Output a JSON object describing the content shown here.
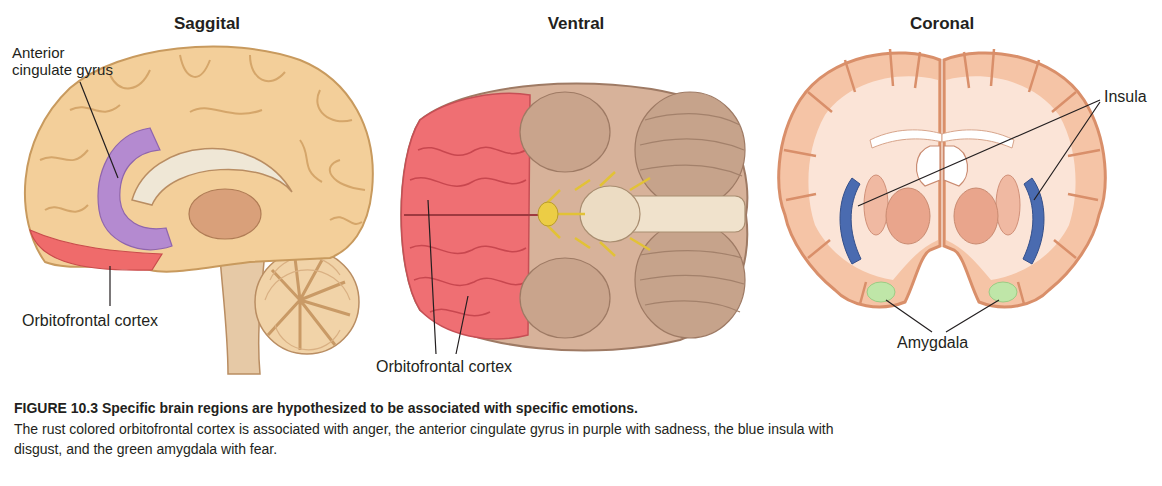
{
  "diagram": {
    "title": "FIGURE 10.3 Specific brain regions are hypothesized to be associated with specific emotions.",
    "caption": "The rust colored orbitofrontal cortex is associated with anger, the anterior cingulate gyrus in purple with sadness, the blue insula with disgust, and the green amygdala with fear.",
    "labels": [
      "Saggital",
      "Ventral",
      "Coronal",
      "Anterior cingulate gyrus",
      "Insula",
      "Orbitofrontal cortex",
      "Orbitofrontal cortex",
      "Amygdala"
    ]
  }
}
